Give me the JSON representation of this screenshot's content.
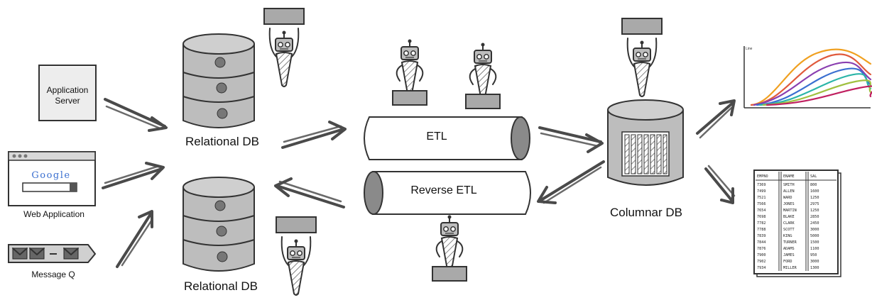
{
  "nodes": {
    "app_server": "Application\nServer",
    "web_app": "Web Application",
    "message_q": "Message Q",
    "relational_db_top": "Relational DB",
    "relational_db_bottom": "Relational DB",
    "etl": "ETL",
    "reverse_etl": "Reverse ETL",
    "columnar_db": "Columnar DB"
  },
  "search_logo": "Google",
  "chart_label": "Line",
  "table": {
    "headers": [
      "EMPNO",
      "ENAME",
      "SAL"
    ],
    "rows": [
      [
        "7369",
        "SMITH",
        "800"
      ],
      [
        "7499",
        "ALLEN",
        "1600"
      ],
      [
        "7521",
        "WARD",
        "1250"
      ],
      [
        "7566",
        "JONES",
        "2975"
      ],
      [
        "7654",
        "MARTIN",
        "1250"
      ],
      [
        "7698",
        "BLAKE",
        "2850"
      ],
      [
        "7782",
        "CLARK",
        "2450"
      ],
      [
        "7788",
        "SCOTT",
        "3000"
      ],
      [
        "7839",
        "KING",
        "5000"
      ],
      [
        "7844",
        "TURNER",
        "1500"
      ],
      [
        "7876",
        "ADAMS",
        "1100"
      ],
      [
        "7900",
        "JAMES",
        "950"
      ],
      [
        "7902",
        "FORD",
        "3000"
      ],
      [
        "7934",
        "MILLER",
        "1300"
      ]
    ]
  },
  "colors": {
    "db_fill": "#bdbdbd",
    "box_fill": "#ededed",
    "arrow": "#4a4a4a",
    "pipe_end": "#8a8a8a",
    "sign_fill": "#a9a9a9",
    "line_series": [
      "#f0a020",
      "#e05a3c",
      "#8a3fb0",
      "#3a6fd0",
      "#2bb5a8",
      "#a0c040",
      "#c02060"
    ]
  }
}
